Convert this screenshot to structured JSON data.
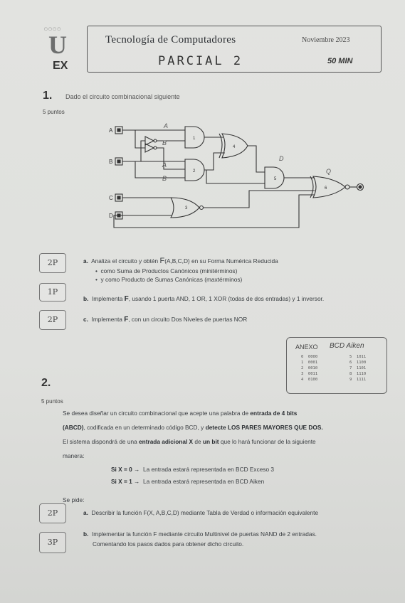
{
  "header": {
    "logo_text": "UEX",
    "course": "Tecnología de Computadores",
    "date": "Noviembre 2023",
    "exam": "PARCIAL 2",
    "duration": "50 MIN"
  },
  "q1": {
    "number": "1.",
    "statement": "Dado el circuito combinacional siguiente",
    "points": "5 puntos",
    "circuit": {
      "inputs": [
        "A",
        "B",
        "C",
        "D"
      ],
      "wire_labels": [
        "A",
        "B",
        "A",
        "B"
      ],
      "gates": [
        "1",
        "2",
        "3",
        "4",
        "5",
        "6"
      ],
      "output": "Q",
      "mid_label": "D"
    },
    "parts": [
      {
        "score": "2P",
        "letter": "a.",
        "text_before": "Analiza el circuito y obtén ",
        "func": "F",
        "text_after": "(A,B,C,D) en su Forma Numérica Reducida"
      },
      {
        "score": "1P",
        "letter": "b.",
        "text_before": "Implementa ",
        "func": "F",
        "text_after": ", usando 1 puerta AND, 1 OR, 1 XOR (todas de dos entradas) y 1 inversor."
      },
      {
        "score": "2P",
        "letter": "c.",
        "text_before": "Implementa ",
        "func": "F",
        "text_after": ", con un circuito Dos Niveles de puertas NOR"
      }
    ],
    "bullets": [
      "como Suma de Productos Canónicos (minitérminos)",
      "y como Producto de Sumas Canónicas (maxtérminos)"
    ]
  },
  "annex": {
    "title": "ANEXO",
    "title2": "BCD Aiken",
    "left": [
      "0  0000",
      "1  0001",
      "2  0010",
      "3  0011",
      "4  0100"
    ],
    "right": [
      "5  1011",
      "6  1100",
      "7  1101",
      "8  1110",
      "9  1111"
    ]
  },
  "q2": {
    "number": "2.",
    "points": "5 puntos",
    "para1": "Se desea diseñar un circuito combinacional que acepte una palabra de",
    "para1_bold": "entrada de 4 bits",
    "para2_bold": "(ABCD)",
    "para2": ", codificada en un determinado código BCD,  y",
    "para2_bold2": "detecte LOS PARES MAYORES QUE DOS.",
    "para3": "El sistema dispondrá de una",
    "para3_bold": "entrada adicional X",
    "para3b": "de",
    "para3_bold2": "un bit",
    "para3c": "que lo hará funcionar de la siguiente",
    "para4": "manera:",
    "rule1_cond": "Si  X = 0  →",
    "rule1_text": "La entrada estará representada en BCD Exceso 3",
    "rule2_cond": "Si  X = 1  →",
    "rule2_text": "La entrada estará representada en BCD Aiken",
    "asked": "Se pide:",
    "parts": [
      {
        "score": "2P",
        "letter": "a.",
        "text": "Describir la función F(X, A,B,C,D) mediante Tabla de Verdad o información equivalente"
      },
      {
        "score": "3P",
        "letter": "b.",
        "text": "Implementar la función F mediante circuito Multinivel de puertas NAND de 2 entradas.",
        "text2": "Comentando los pasos dados para obtener dicho circuito."
      }
    ]
  }
}
